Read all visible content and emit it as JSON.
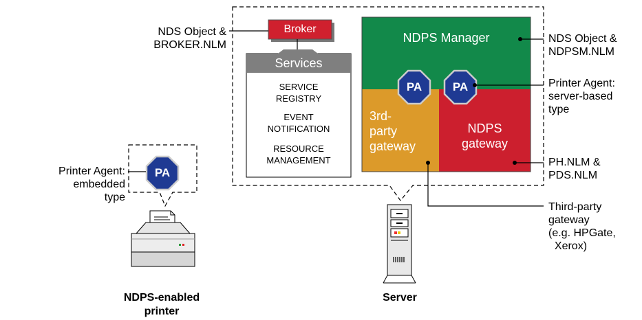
{
  "labels": {
    "broker_ext": "NDS Object &\nBROKER.NLM",
    "manager_ext": "NDS Object &\nNDPSM.NLM",
    "pa_server": "Printer Agent:\nserver-based\ntype",
    "ph_nlm": "PH.NLM &\nPDS.NLM",
    "third_party": "Third-party\ngateway\n(e.g. HPGate,\n  Xerox)",
    "pa_embedded": "Printer Agent:\nembedded\ntype"
  },
  "broker": "Broker",
  "services": {
    "header": "Services",
    "items": [
      "SERVICE\nREGISTRY",
      "EVENT\nNOTIFICATION",
      "RESOURCE\nMANAGEMENT"
    ]
  },
  "ndps_manager": "NDPS Manager",
  "third_party_gateway": "3rd-\nparty\ngateway",
  "ndps_gateway": "NDPS\ngateway",
  "pa": "PA",
  "captions": {
    "printer": "NDPS-enabled\nprinter",
    "server": "Server"
  },
  "colors": {
    "broker_red": "#d0202e",
    "manager_green": "#12894a",
    "gateway_orange": "#dc9a2a",
    "gateway_red": "#cc1f2e",
    "pa_blue": "#1f3a93",
    "services_gray": "#7f7f7f"
  }
}
